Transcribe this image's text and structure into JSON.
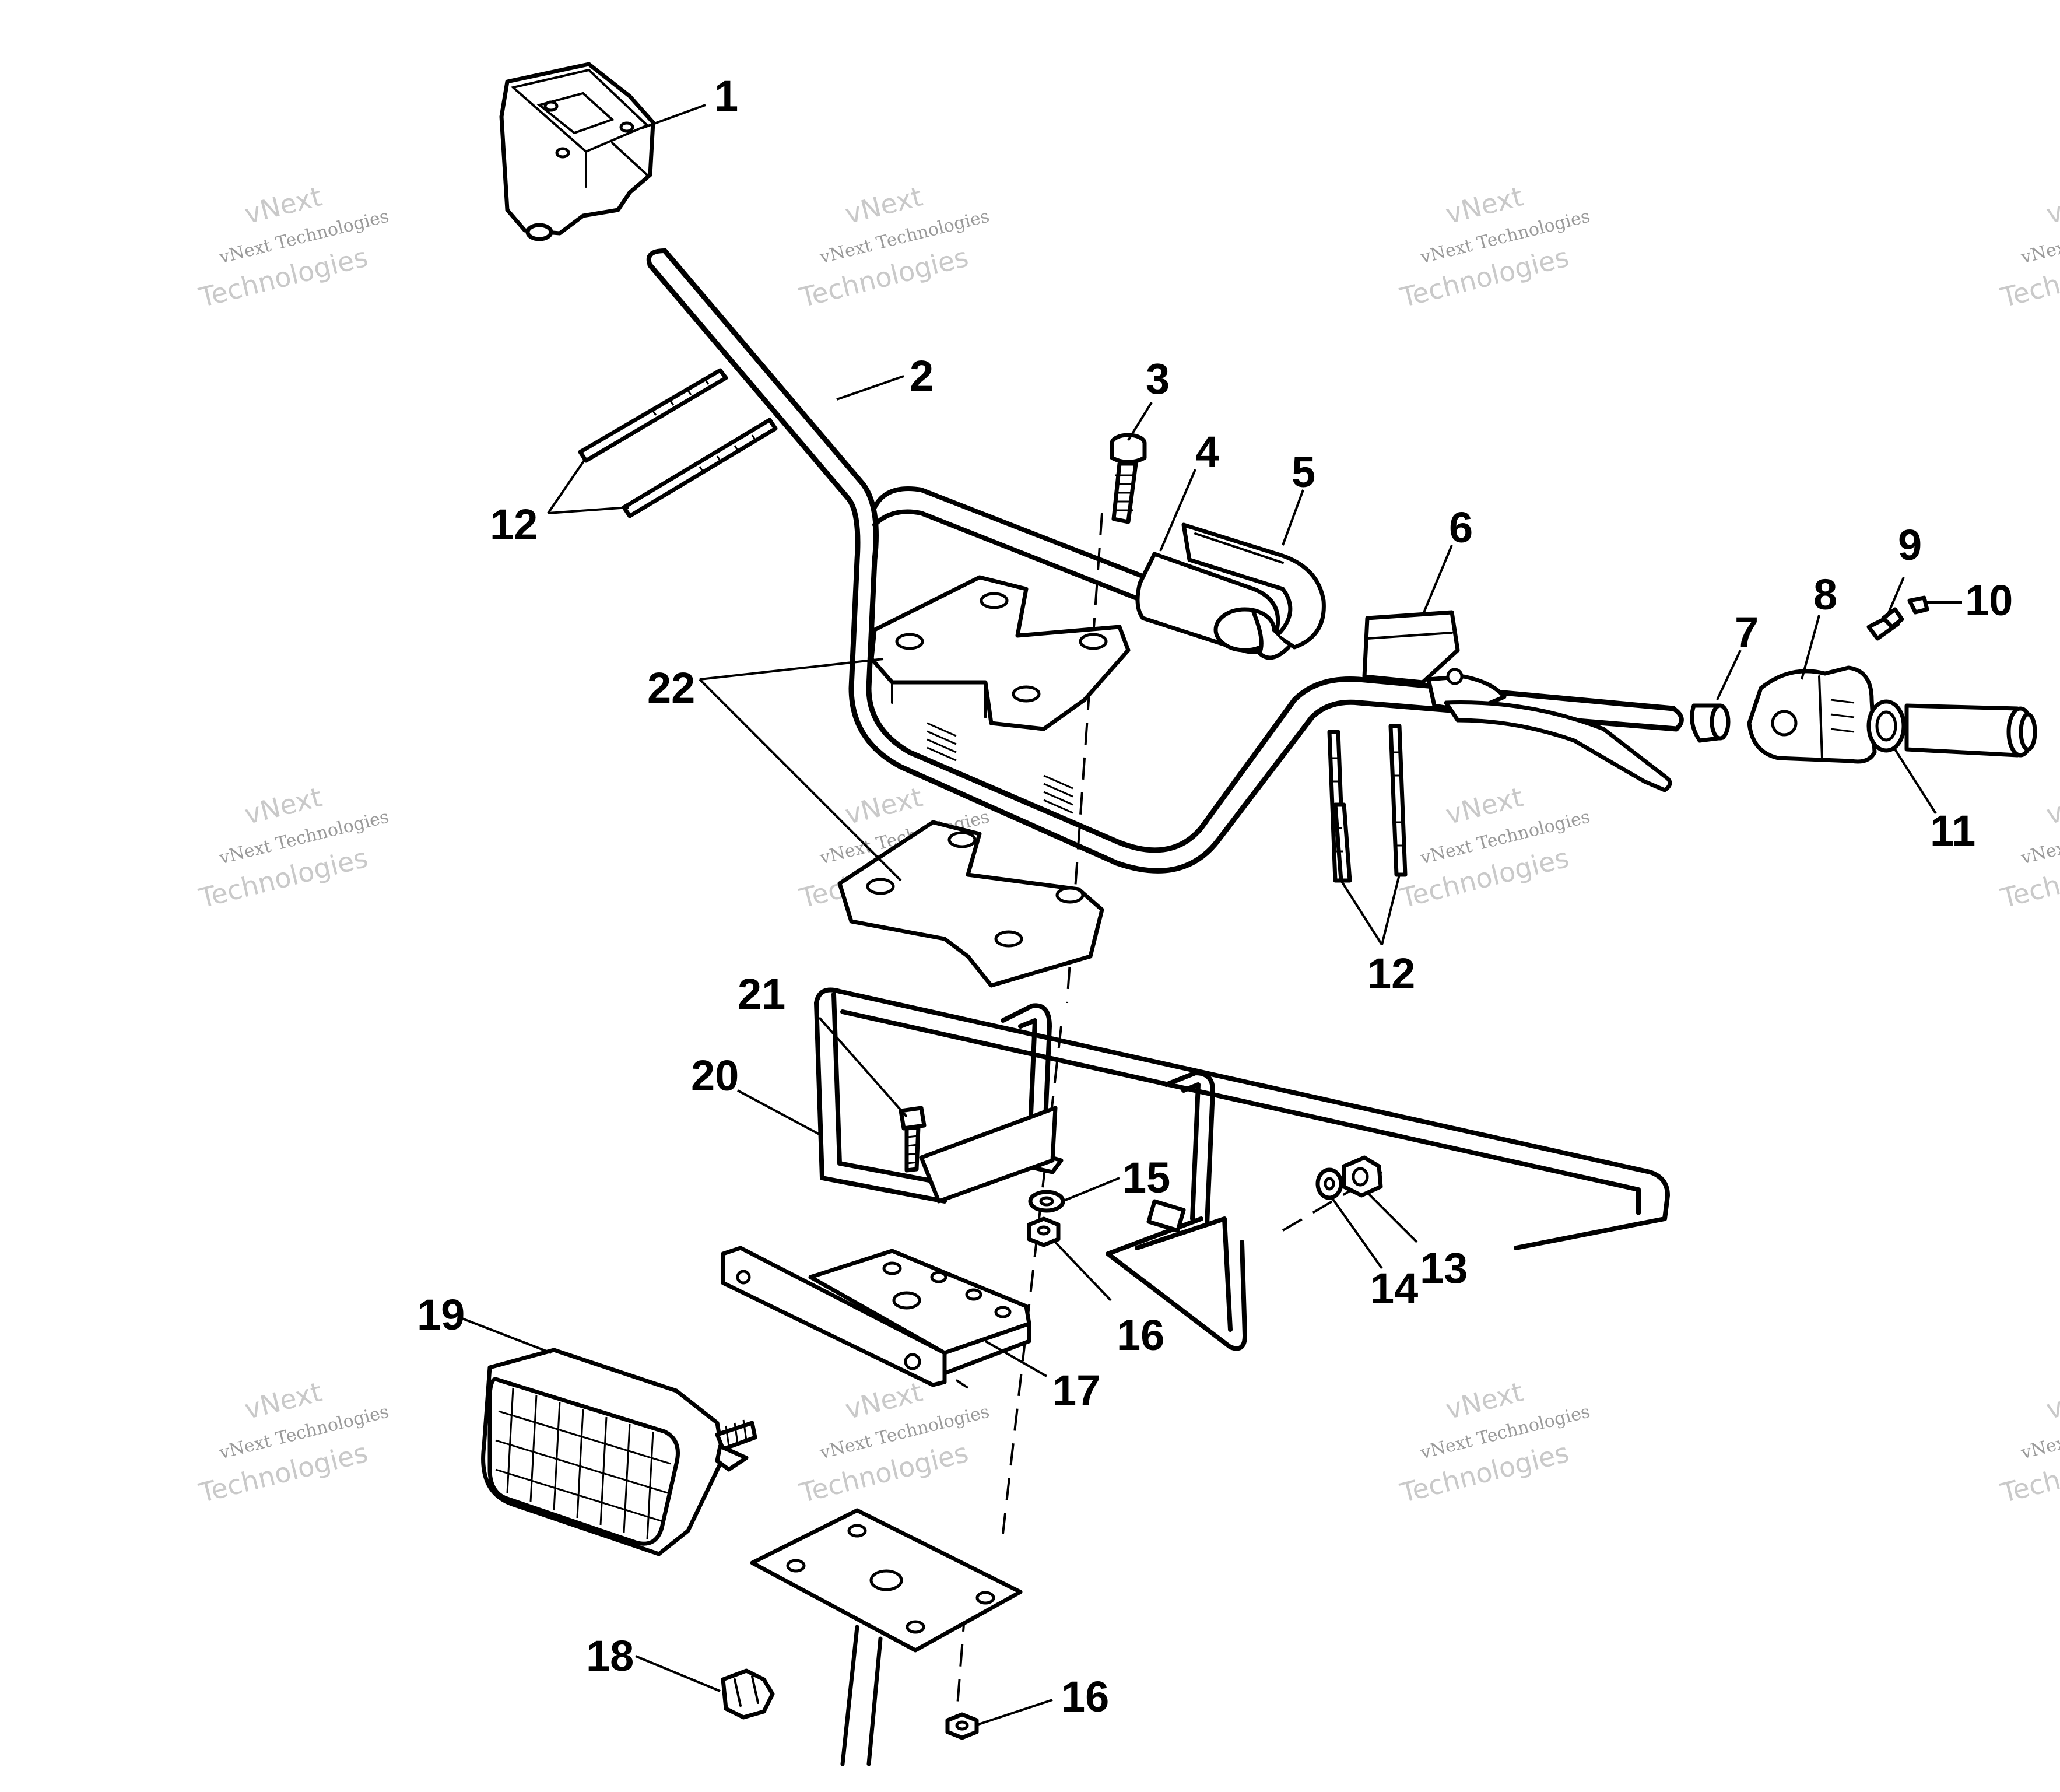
{
  "callouts": {
    "c1": "1",
    "c2": "2",
    "c3": "3",
    "c4": "4",
    "c5": "5",
    "c6": "6",
    "c7": "7",
    "c8": "8",
    "c9": "9",
    "c10": "10",
    "c11": "11",
    "c12a": "12",
    "c12b": "12",
    "c13": "13",
    "c14": "14",
    "c15": "15",
    "c16a": "16",
    "c16b": "16",
    "c17": "17",
    "c18": "18",
    "c19": "19",
    "c20": "20",
    "c21": "21",
    "c22": "22"
  },
  "watermark": {
    "line1": "vNext",
    "line2": "vNext Technologies",
    "line3": "Technologies"
  },
  "colors": {
    "ink": "#000000",
    "paper": "#ffffff",
    "watermark": "#c9c9c9"
  }
}
